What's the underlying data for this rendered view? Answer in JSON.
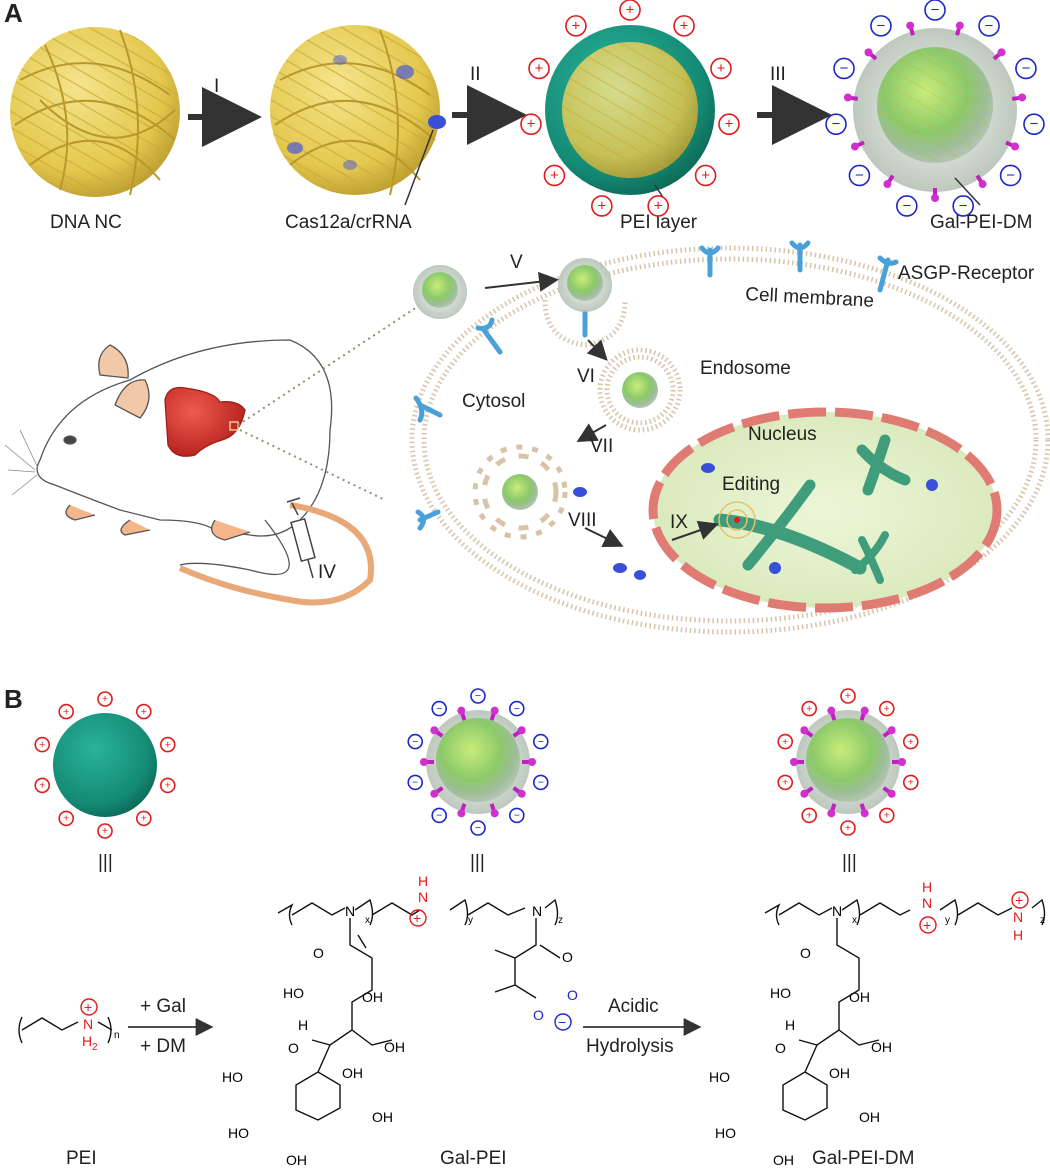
{
  "panels": {
    "a": "A",
    "b": "B"
  },
  "panel_a": {
    "steps": {
      "s1": "I",
      "s2": "II",
      "s3": "III",
      "s4": "IV",
      "s5": "V",
      "s6": "VI",
      "s7": "VII",
      "s8": "VIII",
      "s9": "IX"
    },
    "labels": {
      "dna_nc": "DNA NC",
      "cas": "Cas12a/crRNA",
      "pei_layer": "PEI layer",
      "gal_pei_dm": "Gal-PEI-DM",
      "cell_membrane": "Cell membrane",
      "asgp": "ASGP-Receptor",
      "endosome": "Endosome",
      "cytosol": "Cytosol",
      "nucleus": "Nucleus",
      "editing": "Editing"
    }
  },
  "panel_b": {
    "equiv": "|||",
    "plus_gal": "+ Gal",
    "plus_dm": "+ DM",
    "acidic": "Acidic",
    "hydrolysis": "Hydrolysis",
    "names": {
      "pei": "PEI",
      "gal_pei": "Gal-PEI",
      "gal_pei_dm": "Gal-PEI-DM"
    },
    "chem": {
      "N": "N",
      "O": "O",
      "OH": "OH",
      "HO": "HO",
      "H": "H",
      "H2": "H",
      "two": "2",
      "n": "n",
      "x": "x",
      "y": "y",
      "z": "z",
      "plus": "+",
      "minus": "−"
    }
  },
  "colors": {
    "yarn": "#e6cc55",
    "pei": "#18957f",
    "gal": "#7fbf6e",
    "protein": "#3a4fd8",
    "ligand": "#c020c0",
    "positive": "#e01b1b",
    "negative": "#1a28c8",
    "nucleus_border": "#e07b74",
    "receptor": "#4aa0d8"
  }
}
